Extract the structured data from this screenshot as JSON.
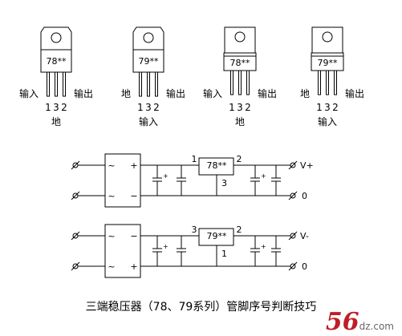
{
  "packages": [
    {
      "type": "78**",
      "left": "输入",
      "right": "输出",
      "pins": [
        "1",
        "3",
        "2"
      ],
      "bottom": "地"
    },
    {
      "type": "79**",
      "left": "地",
      "right": "输出",
      "pins": [
        "1",
        "3",
        "2"
      ],
      "bottom": "输入"
    },
    {
      "type": "78**",
      "left": "输入",
      "right": "输出",
      "pins": [
        "1",
        "3",
        "2"
      ],
      "bottom": "地"
    },
    {
      "type": "79**",
      "left": "地",
      "right": "输出",
      "pins": [
        "1",
        "3",
        "2"
      ],
      "bottom": "输入"
    }
  ],
  "circuit_top": {
    "rect_signs": [
      "~",
      "+",
      "~",
      "−"
    ],
    "regulator": "78**",
    "pin_in": "1",
    "pin_out": "2",
    "pin_gnd": "3",
    "out_pos": "V+",
    "out_zero": "0",
    "cap_mark": "+"
  },
  "circuit_bottom": {
    "rect_signs": [
      "~",
      "−",
      "~",
      "+"
    ],
    "regulator": "79**",
    "pin_in": "3",
    "pin_out": "2",
    "pin_gnd": "1",
    "out_pos": "V-",
    "out_zero": "0",
    "cap_mark": "+"
  },
  "caption": "三端稳压器（78、79系列）管脚序号判断技巧",
  "watermark": {
    "big": "56",
    "small": "dz.com"
  }
}
